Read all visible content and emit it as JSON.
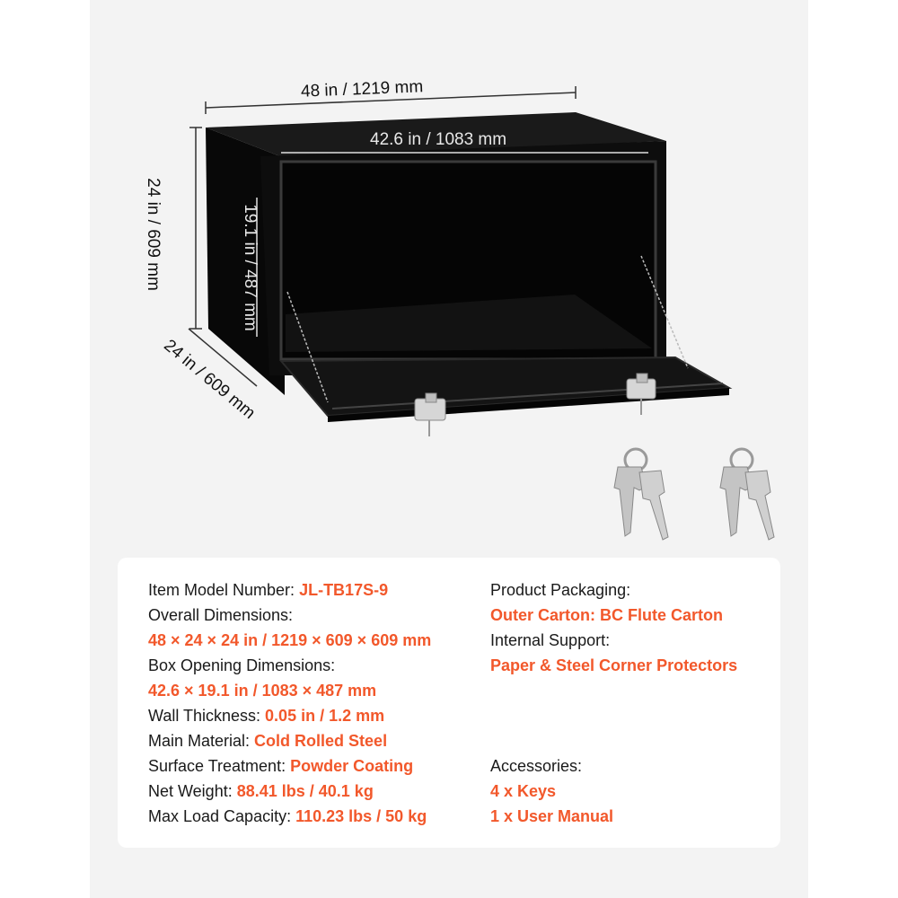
{
  "dimensions": {
    "width_total": "48 in / 1219 mm",
    "width_opening": "42.6 in / 1083 mm",
    "height_total": "24 in / 609 mm",
    "height_opening": "19.1 in / 487 mm",
    "depth_total": "24 in / 609 mm"
  },
  "specs_left": [
    {
      "label": "Item Model Number: ",
      "value": "JL-TB17S-9"
    },
    {
      "label": "Overall Dimensions:",
      "value": ""
    },
    {
      "label": "",
      "value": "48 × 24 × 24 in / 1219 × 609 × 609 mm"
    },
    {
      "label": "Box Opening Dimensions:",
      "value": ""
    },
    {
      "label": "",
      "value": "42.6 × 19.1 in / 1083 × 487 mm"
    },
    {
      "label": "Wall Thickness: ",
      "value": "0.05 in / 1.2 mm"
    },
    {
      "label": "Main Material: ",
      "value": "Cold Rolled Steel"
    },
    {
      "label": "Surface Treatment: ",
      "value": "Powder Coating"
    },
    {
      "label": "Net Weight: ",
      "value": "88.41 lbs / 40.1 kg"
    },
    {
      "label": "Max Load Capacity: ",
      "value": "110.23 lbs / 50 kg"
    }
  ],
  "specs_right": {
    "packaging_label": "Product Packaging:",
    "packaging_value": "Outer Carton: BC Flute Carton",
    "support_label": "Internal Support:",
    "support_value": "Paper & Steel Corner Protectors",
    "accessories_label": "Accessories:",
    "accessories": [
      "4 x Keys",
      "1 x User Manual"
    ]
  },
  "colors": {
    "accent": "#f2582b",
    "panel_background": "#f3f3f3",
    "box_body": "#0d0d0d"
  }
}
